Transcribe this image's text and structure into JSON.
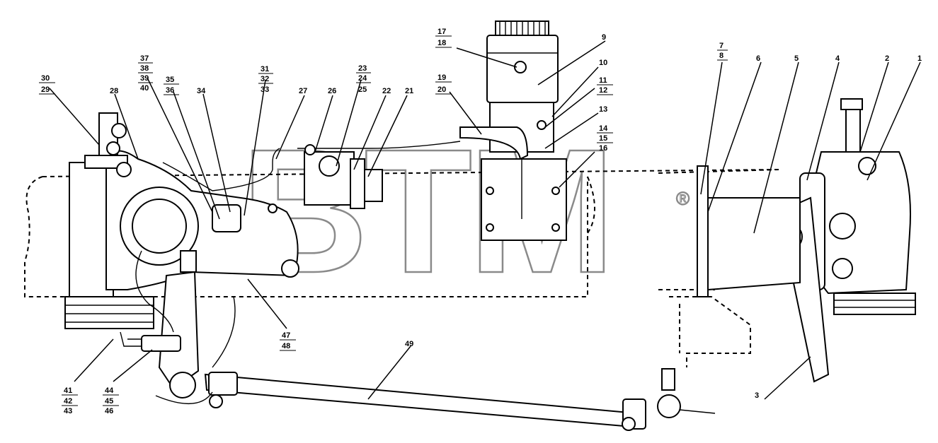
{
  "watermark": {
    "text": "BTM",
    "mark": "®"
  },
  "labels": [
    "1",
    "2",
    "3",
    "4",
    "5",
    "6",
    "7",
    "8",
    "9",
    "10",
    "11",
    "12",
    "13",
    "14",
    "15",
    "16",
    "17",
    "18",
    "19",
    "20",
    "21",
    "22",
    "23",
    "24",
    "25",
    "26",
    "27",
    "28",
    "29",
    "30",
    "31",
    "32",
    "33",
    "34",
    "35",
    "36",
    "37",
    "38",
    "39",
    "40",
    "41",
    "42",
    "43",
    "44",
    "45",
    "46",
    "47",
    "48",
    "49"
  ]
}
